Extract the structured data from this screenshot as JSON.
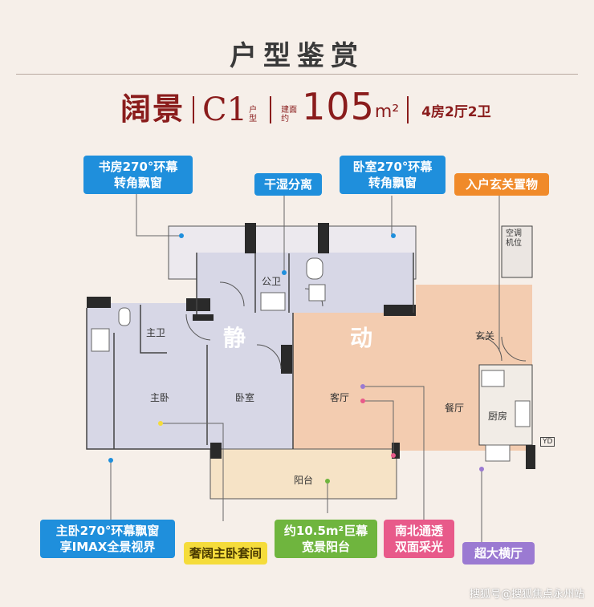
{
  "header": {
    "title": "户型鉴赏",
    "name": "阔景",
    "type_letter": "C1",
    "type_label_top": "户",
    "type_label_bottom": "型",
    "area_label_top": "建面",
    "area_label_bottom": "约",
    "area": "105",
    "unit": "m²",
    "rooms": "4房2厅2卫"
  },
  "tags": {
    "study": "书房270°环幕\n转角飘窗",
    "dry_wet": "干湿分离",
    "bedroom": "卧室270°环幕\n转角飘窗",
    "entry": "入户玄关置物",
    "master_view": "主卧270°环幕飘窗\n享IMAX全景视界",
    "suite": "奢阔主卧套间",
    "balcony": "约10.5m²巨幕\n宽景阳台",
    "through": "南北通透\n双面采光",
    "hall": "超大横厅"
  },
  "rooms": {
    "public_bath": "公卫",
    "master_bath": "主卫",
    "master_bed": "主卧",
    "bedroom": "卧室",
    "living": "客厅",
    "dining": "餐厅",
    "kitchen": "厨房",
    "entry": "玄关",
    "balcony": "阳台",
    "ac": "空调\n机位",
    "yd": "YD"
  },
  "zones": {
    "quiet": "静",
    "active": "动"
  },
  "watermark": "搜狐号@搜狐焦点永州站",
  "colors": {
    "quiet": "#d7d7e6",
    "active": "#f3ccb0",
    "balcony": "#f6e3c6",
    "wall": "#2a2a2a",
    "brand": "#8a1c1c"
  }
}
